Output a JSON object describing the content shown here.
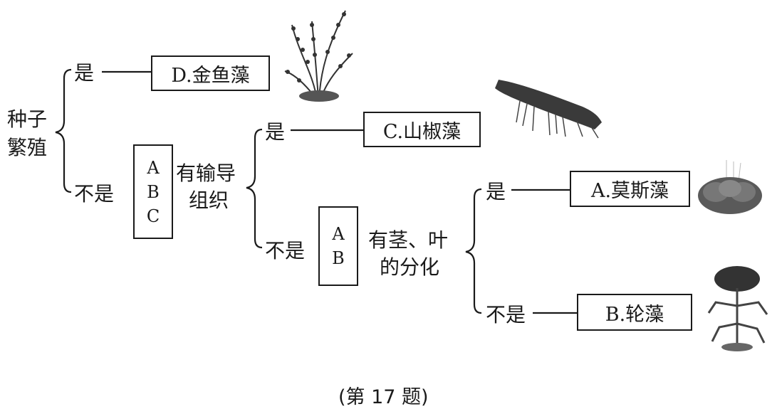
{
  "root": {
    "line1": "种子",
    "line2": "繁殖"
  },
  "level1": {
    "yes_label": "是",
    "no_label": "不是",
    "yes_result": "D.金鱼藻",
    "group": [
      "A",
      "B",
      "C"
    ],
    "criterion_line1": "有输导",
    "criterion_line2": "组织"
  },
  "level2": {
    "yes_label": "是",
    "no_label": "不是",
    "yes_result": "C.山椒藻",
    "group": [
      "A",
      "B"
    ],
    "criterion_line1": "有茎、叶",
    "criterion_line2": "的分化"
  },
  "level3": {
    "yes_label": "是",
    "no_label": "不是",
    "yes_result": "A.莫斯藻",
    "no_result": "B.轮藻"
  },
  "caption": "(第 17 题)",
  "icons": [
    "goldfish-weed-plant-icon",
    "salvinia-plant-icon",
    "moss-plant-icon",
    "chara-plant-icon"
  ]
}
